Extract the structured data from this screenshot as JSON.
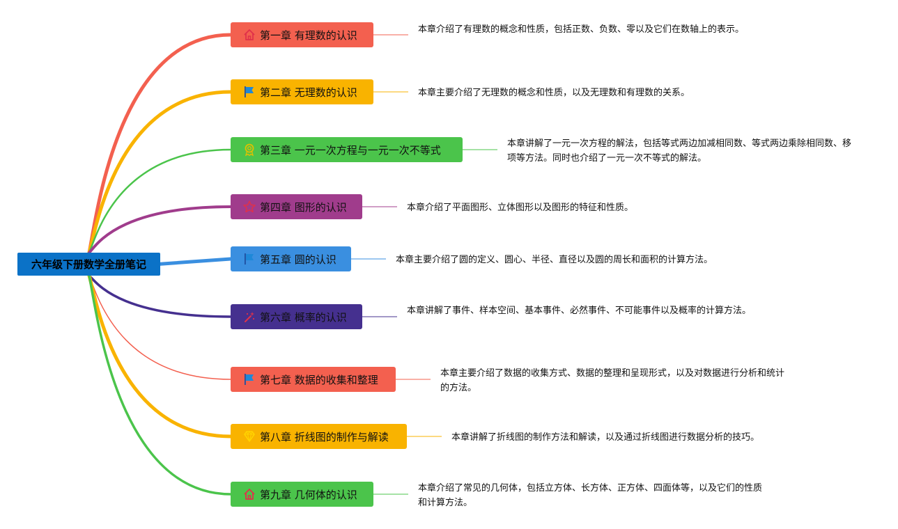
{
  "root": {
    "label": "六年级下册数学全册笔记",
    "color": "#0b72c7"
  },
  "chapters": [
    {
      "title": "第一章 有理数的认识",
      "icon": "home-icon",
      "color": "#f3604f",
      "note": "本章介绍了有理数的概念和性质，包括正数、负数、零以及它们在数轴上的表示。"
    },
    {
      "title": "第二章 无理数的认识",
      "icon": "flag-icon",
      "color": "#f9b300",
      "note": "本章主要介绍了无理数的概念和性质，以及无理数和有理数的关系。"
    },
    {
      "title": "第三章 一元一次方程与一元一次不等式",
      "icon": "badge-icon",
      "color": "#4bc44b",
      "note": "本章讲解了一元一次方程的解法，包括等式两边加减相同数、等式两边乘除相同数、移项等方法。同时也介绍了一元一次不等式的解法。"
    },
    {
      "title": "第四章 图形的认识",
      "icon": "star-icon",
      "color": "#a03c8c",
      "note": "本章介绍了平面图形、立体图形以及图形的特征和性质。"
    },
    {
      "title": "第五章 圆的认识",
      "icon": "flag-icon",
      "color": "#3a8fe0",
      "note": "本章主要介绍了圆的定义、圆心、半径、直径以及圆的周长和面积的计算方法。"
    },
    {
      "title": "第六章 概率的认识",
      "icon": "magic-icon",
      "color": "#45308f",
      "note": "本章讲解了事件、样本空间、基本事件、必然事件、不可能事件以及概率的计算方法。"
    },
    {
      "title": "第七章 数据的收集和整理",
      "icon": "flag-icon",
      "color": "#f3604f",
      "note": "本章主要介绍了数据的收集方式、数据的整理和呈现形式，以及对数据进行分析和统计的方法。"
    },
    {
      "title": "第八章 折线图的制作与解读",
      "icon": "diamond-icon",
      "color": "#f9b300",
      "note": "本章讲解了折线图的制作方法和解读，以及通过折线图进行数据分析的技巧。"
    },
    {
      "title": "第九章 几何体的认识",
      "icon": "home-icon",
      "color": "#4bc44b",
      "note": "本章介绍了常见的几何体，包括立方体、长方体、正方体、四面体等，以及它们的性质和计算方法。"
    }
  ]
}
